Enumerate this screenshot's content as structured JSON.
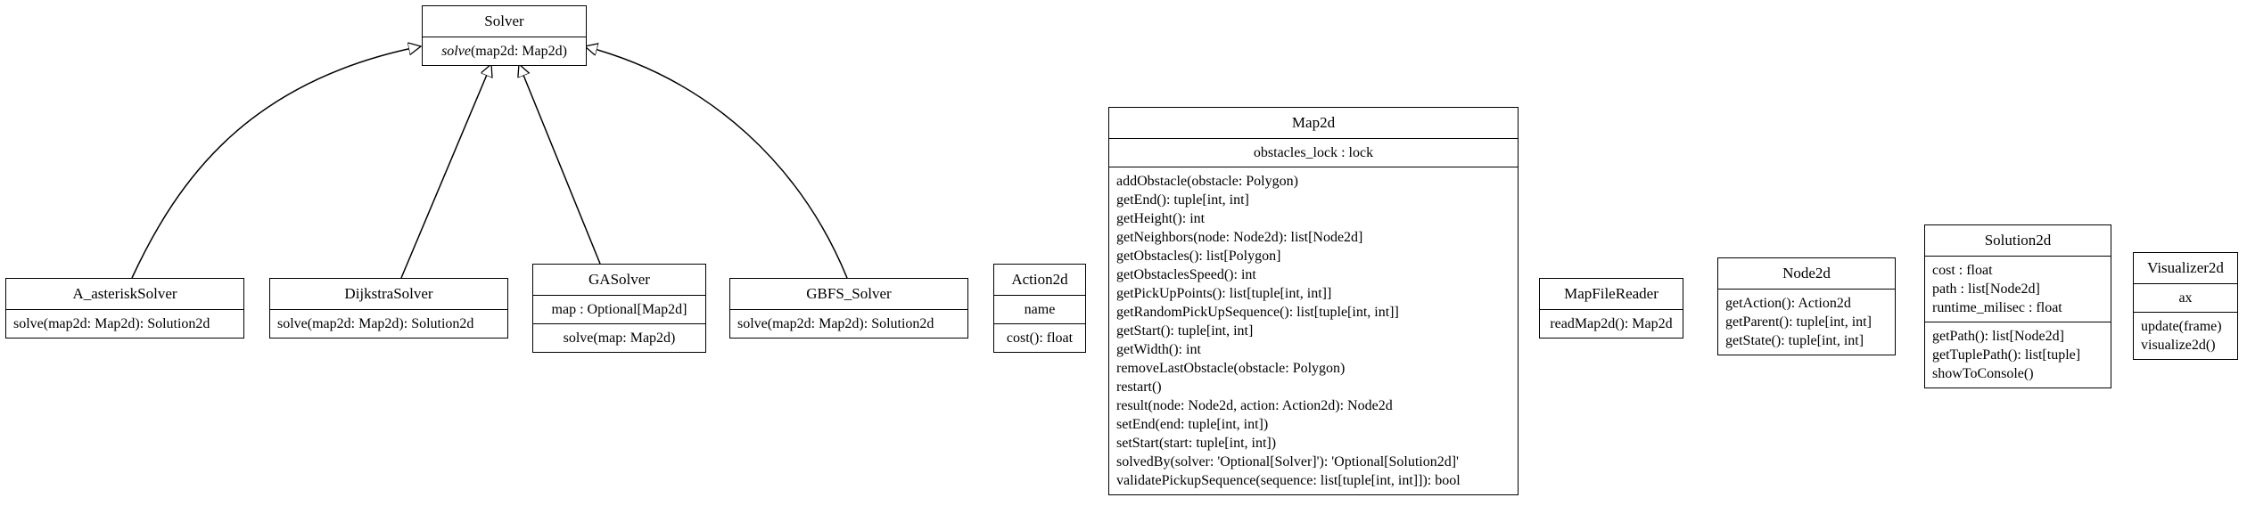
{
  "classes": {
    "solver": {
      "name": "Solver",
      "methods": [
        {
          "abstract_name": "solve",
          "rest": "(map2d: Map2d)"
        }
      ]
    },
    "a_asterisk": {
      "name": "A_asteriskSolver",
      "methods": [
        "solve(map2d: Map2d): Solution2d"
      ]
    },
    "dijkstra": {
      "name": "DijkstraSolver",
      "methods": [
        "solve(map2d: Map2d): Solution2d"
      ]
    },
    "ga": {
      "name": "GASolver",
      "attributes": [
        "map : Optional[Map2d]"
      ],
      "methods": [
        "solve(map: Map2d)"
      ]
    },
    "gbfs": {
      "name": "GBFS_Solver",
      "methods": [
        "solve(map2d: Map2d): Solution2d"
      ]
    },
    "action2d": {
      "name": "Action2d",
      "attributes": [
        "name"
      ],
      "methods": [
        "cost(): float"
      ]
    },
    "map2d": {
      "name": "Map2d",
      "attributes": [
        "obstacles_lock : lock"
      ],
      "methods": [
        "addObstacle(obstacle: Polygon)",
        "getEnd(): tuple[int, int]",
        "getHeight(): int",
        "getNeighbors(node: Node2d): list[Node2d]",
        "getObstacles(): list[Polygon]",
        "getObstaclesSpeed(): int",
        "getPickUpPoints(): list[tuple[int, int]]",
        "getRandomPickUpSequence(): list[tuple[int, int]]",
        "getStart(): tuple[int, int]",
        "getWidth(): int",
        "removeLastObstacle(obstacle: Polygon)",
        "restart()",
        "result(node: Node2d, action: Action2d): Node2d",
        "setEnd(end: tuple[int, int])",
        "setStart(start: tuple[int, int])",
        "solvedBy(solver: 'Optional[Solver]'): 'Optional[Solution2d]'",
        "validatePickupSequence(sequence: list[tuple[int, int]]): bool"
      ]
    },
    "mapfilereader": {
      "name": "MapFileReader",
      "methods": [
        "readMap2d(): Map2d"
      ]
    },
    "node2d": {
      "name": "Node2d",
      "methods": [
        "getAction(): Action2d",
        "getParent(): tuple[int, int]",
        "getState(): tuple[int, int]"
      ]
    },
    "solution2d": {
      "name": "Solution2d",
      "attributes": [
        "cost : float",
        "path : list[Node2d]",
        "runtime_milisec : float"
      ],
      "methods": [
        "getPath(): list[Node2d]",
        "getTuplePath(): list[tuple]",
        "showToConsole()"
      ]
    },
    "visualizer2d": {
      "name": "Visualizer2d",
      "attributes": [
        "ax"
      ],
      "methods": [
        "update(frame)",
        "visualize2d()"
      ]
    }
  }
}
